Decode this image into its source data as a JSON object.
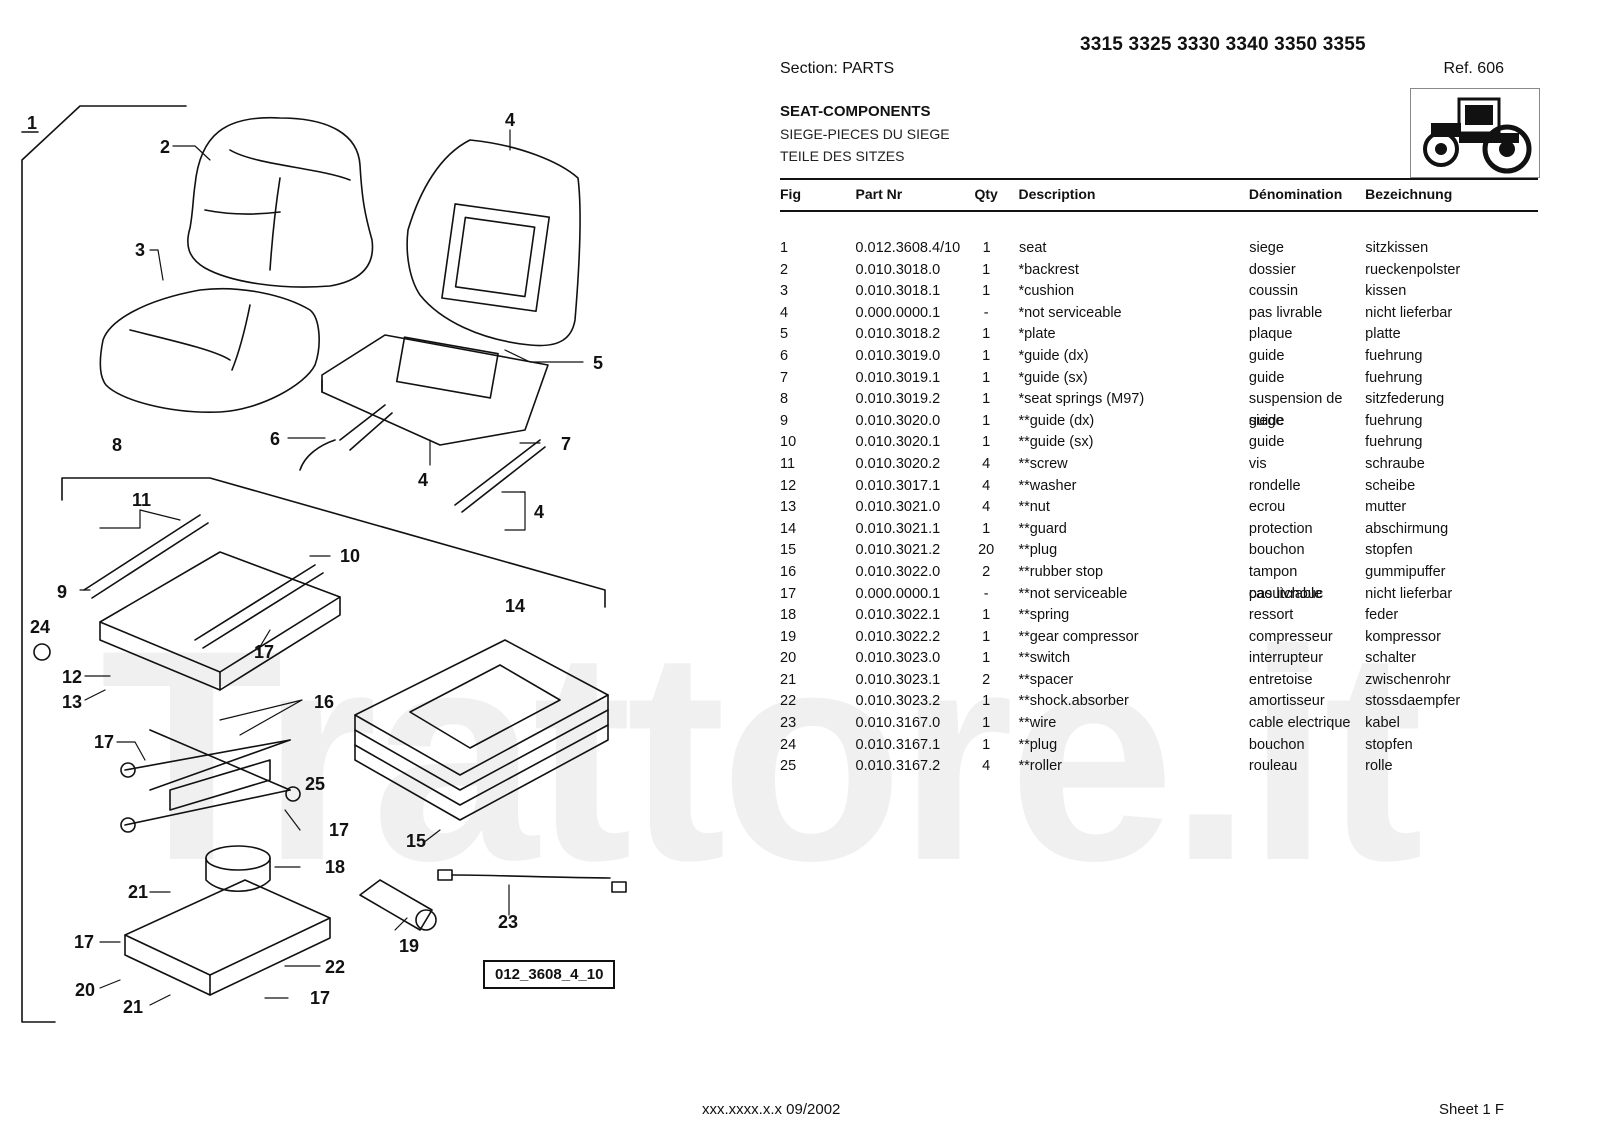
{
  "header": {
    "models": "3315 3325 3330 3340 3350 3355",
    "section": "Section: PARTS",
    "ref": "Ref. 606"
  },
  "title": {
    "en": "SEAT-COMPONENTS",
    "fr": "SIEGE-PIECES DU SIEGE",
    "de": "TEILE DES SITZES"
  },
  "table": {
    "headers": [
      "Fig",
      "Part Nr",
      "Qty",
      "Description",
      "Dénomination",
      "Bezeichnung"
    ],
    "rows": [
      [
        "1",
        "0.012.3608.4/10",
        "1",
        "seat",
        "siege",
        "sitzkissen"
      ],
      [
        "2",
        "0.010.3018.0",
        "1",
        "*backrest",
        "dossier",
        "rueckenpolster"
      ],
      [
        "3",
        "0.010.3018.1",
        "1",
        "*cushion",
        "coussin",
        "kissen"
      ],
      [
        "4",
        "0.000.0000.1",
        "-",
        "*not serviceable",
        "pas livrable",
        "nicht lieferbar"
      ],
      [
        "5",
        "0.010.3018.2",
        "1",
        "*plate",
        "plaque",
        "platte"
      ],
      [
        "6",
        "0.010.3019.0",
        "1",
        "*guide (dx)",
        "guide",
        "fuehrung"
      ],
      [
        "7",
        "0.010.3019.1",
        "1",
        "*guide (sx)",
        "guide",
        "fuehrung"
      ],
      [
        "8",
        "0.010.3019.2",
        "1",
        "*seat springs (M97)",
        "suspension de siege",
        "sitzfederung"
      ],
      [
        "9",
        "0.010.3020.0",
        "1",
        "**guide (dx)",
        "guide",
        "fuehrung"
      ],
      [
        "10",
        "0.010.3020.1",
        "1",
        "**guide (sx)",
        "guide",
        "fuehrung"
      ],
      [
        "11",
        "0.010.3020.2",
        "4",
        "**screw",
        "vis",
        "schraube"
      ],
      [
        "12",
        "0.010.3017.1",
        "4",
        "**washer",
        "rondelle",
        "scheibe"
      ],
      [
        "13",
        "0.010.3021.0",
        "4",
        "**nut",
        "ecrou",
        "mutter"
      ],
      [
        "14",
        "0.010.3021.1",
        "1",
        "**guard",
        "protection",
        "abschirmung"
      ],
      [
        "15",
        "0.010.3021.2",
        "20",
        "**plug",
        "bouchon",
        "stopfen"
      ],
      [
        "16",
        "0.010.3022.0",
        "2",
        "**rubber stop",
        "tampon caoutchouc",
        "gummipuffer"
      ],
      [
        "17",
        "0.000.0000.1",
        "-",
        "**not serviceable",
        "pas livrable",
        "nicht lieferbar"
      ],
      [
        "18",
        "0.010.3022.1",
        "1",
        "**spring",
        "ressort",
        "feder"
      ],
      [
        "19",
        "0.010.3022.2",
        "1",
        "**gear compressor",
        "compresseur",
        "kompressor"
      ],
      [
        "20",
        "0.010.3023.0",
        "1",
        "**switch",
        "interrupteur",
        "schalter"
      ],
      [
        "21",
        "0.010.3023.1",
        "2",
        "**spacer",
        "entretoise",
        "zwischenrohr"
      ],
      [
        "22",
        "0.010.3023.2",
        "1",
        "**shock.absorber",
        "amortisseur",
        "stossdaempfer"
      ],
      [
        "23",
        "0.010.3167.0",
        "1",
        "**wire",
        "cable electrique",
        "kabel"
      ],
      [
        "24",
        "0.010.3167.1",
        "1",
        "**plug",
        "bouchon",
        "stopfen"
      ],
      [
        "25",
        "0.010.3167.2",
        "4",
        "**roller",
        "rouleau",
        "rolle"
      ]
    ]
  },
  "drawing": {
    "callouts": [
      "1",
      "2",
      "3",
      "4",
      "4",
      "4",
      "5",
      "6",
      "7",
      "8",
      "9",
      "10",
      "11",
      "12",
      "13",
      "14",
      "15",
      "16",
      "17",
      "17",
      "17",
      "17",
      "17",
      "18",
      "19",
      "20",
      "21",
      "21",
      "22",
      "23",
      "24",
      "25"
    ],
    "drawing_ref": "012_3608_4_10"
  },
  "watermark": "Trattore.it",
  "footer": {
    "code": "xxx.xxxx.x.x  09/2002",
    "sheet": "Sheet 1 F"
  }
}
